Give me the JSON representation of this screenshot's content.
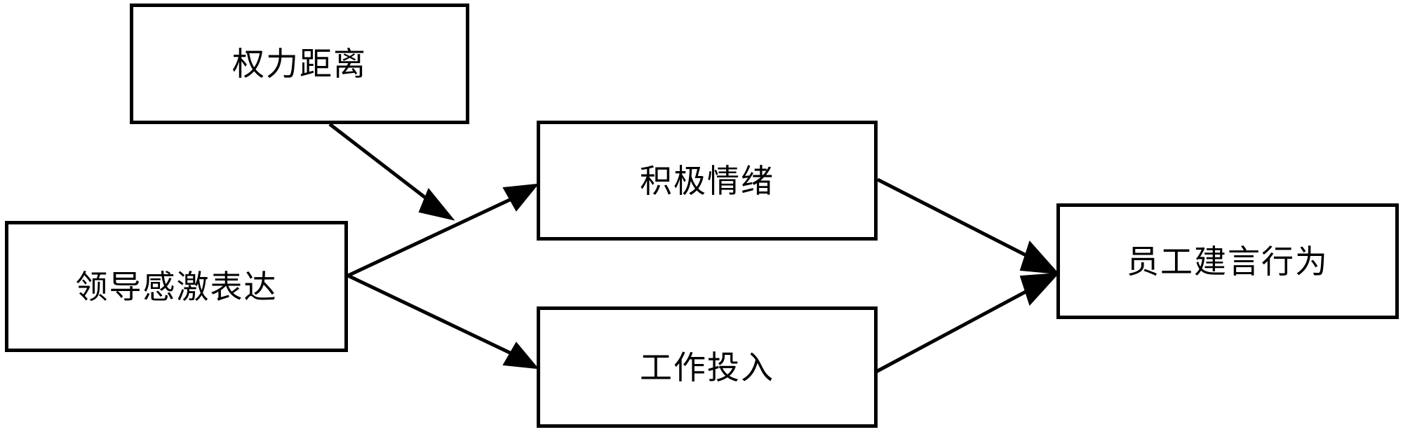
{
  "diagram": {
    "title": "",
    "line_color": "#000000",
    "box_fill": "#ffffff",
    "border_color": "#000000",
    "nodes": [
      {
        "id": "power-distance",
        "label": "权力距离"
      },
      {
        "id": "leader-gratitude",
        "label": "领导感激表达"
      },
      {
        "id": "positive-emotion",
        "label": "积极情绪"
      },
      {
        "id": "work-engagement",
        "label": "工作投入"
      },
      {
        "id": "voice-behavior",
        "label": "员工建言行为"
      }
    ],
    "edges": [
      {
        "id": "gratitude-to-emotion",
        "from": "leader-gratitude",
        "to": "positive-emotion",
        "label": "",
        "arrow": true
      },
      {
        "id": "gratitude-to-engagement",
        "from": "leader-gratitude",
        "to": "work-engagement",
        "label": "",
        "arrow": true
      },
      {
        "id": "emotion-to-voice",
        "from": "positive-emotion",
        "to": "voice-behavior",
        "label": "",
        "arrow": true
      },
      {
        "id": "engagement-to-voice",
        "from": "work-engagement",
        "to": "voice-behavior",
        "label": "",
        "arrow": true
      },
      {
        "id": "power-distance-moderation",
        "from": "power-distance",
        "to": "gratitude-to-emotion",
        "label": "",
        "arrow": true
      }
    ]
  }
}
